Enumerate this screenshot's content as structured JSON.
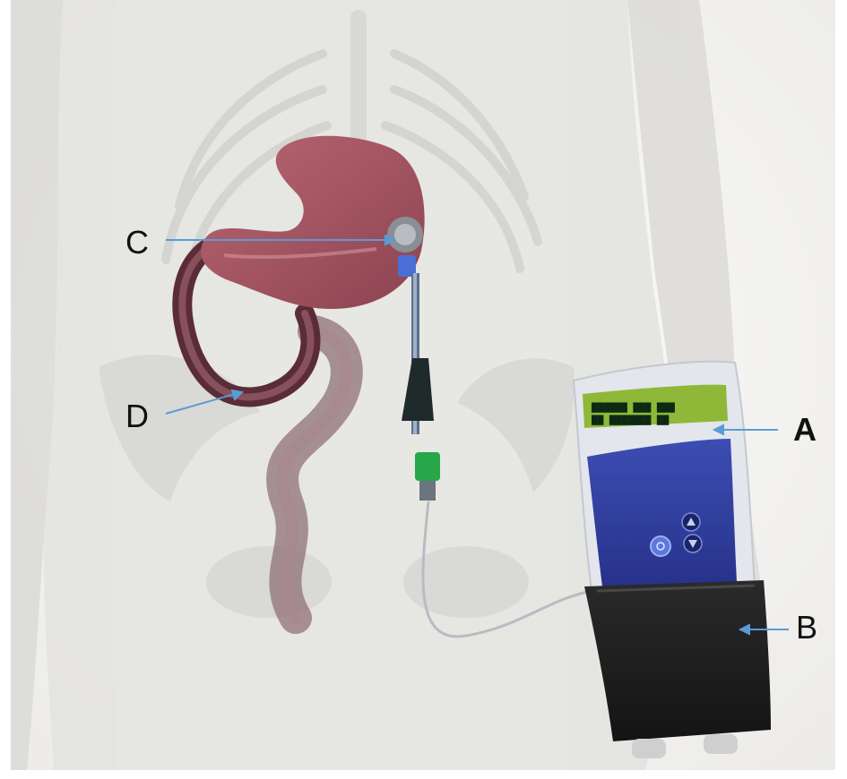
{
  "labels": {
    "a": "A",
    "b": "B",
    "c": "C",
    "d": "D"
  },
  "colors": {
    "background": "#f4f4f2",
    "body": "#e6e6e4",
    "stomach": "#a8545f",
    "intestine": "#6e3a44",
    "pump_housing": "#dfe3ea",
    "pump_panel": "#2f3e9e",
    "lcd": "#8fb838",
    "reservoir": "#1d1d1d",
    "connector": "#27a64a",
    "leader_line": "#5b9bd5"
  },
  "icons": {
    "pump_up_button": "triangle-up-icon",
    "pump_down_button": "triangle-down-icon",
    "pump_power_button": "power-icon"
  }
}
